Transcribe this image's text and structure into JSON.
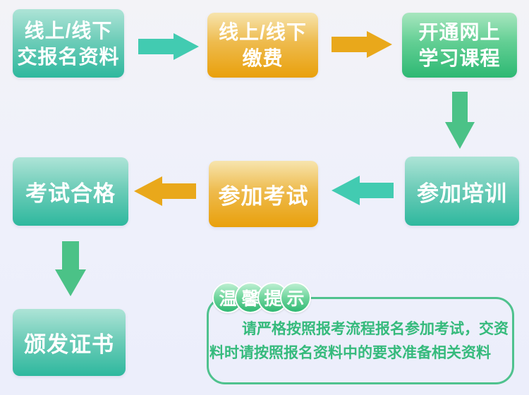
{
  "flow": {
    "nodes": [
      {
        "id": "submit-materials",
        "lines": [
          "线上/线下",
          "交报名资料"
        ],
        "theme": "teal"
      },
      {
        "id": "pay-fee",
        "lines": [
          "线上/线下",
          "缴费"
        ],
        "theme": "orange"
      },
      {
        "id": "open-online-course",
        "lines": [
          "开通网上",
          "学习课程"
        ],
        "theme": "green"
      },
      {
        "id": "attend-training",
        "lines": [
          "参加培训"
        ],
        "theme": "teal"
      },
      {
        "id": "take-exam",
        "lines": [
          "参加考试"
        ],
        "theme": "orange"
      },
      {
        "id": "pass-exam",
        "lines": [
          "考试合格"
        ],
        "theme": "teal"
      },
      {
        "id": "issue-certificate",
        "lines": [
          "颁发证书"
        ],
        "theme": "teal"
      }
    ]
  },
  "tip": {
    "title": "温馨提示",
    "title_chars": [
      "温",
      "馨",
      "提",
      "示"
    ],
    "lines": [
      "请严格按照报考流程报名参加考试，交资",
      "料时请按照报名资料中的要求准备相关资料"
    ]
  },
  "colors": {
    "background": "#eef0fb",
    "teal_box_top": "#aee4d7",
    "teal_box_bottom": "#2eb89e",
    "orange_box_top": "#f7e5ae",
    "orange_box_bottom": "#e9a00b",
    "green_box_top": "#a8e6bf",
    "green_box_bottom": "#2db873",
    "teal_arrow": "#42cbb1",
    "orange_arrow": "#e9a81b",
    "green_arrow": "#4bc287",
    "tip_border": "#4fc28e",
    "tip_text": "#35ba7c",
    "badge_top": "#bdf0d2",
    "badge_bottom": "#2fb873",
    "box_text": "#ffffff"
  }
}
